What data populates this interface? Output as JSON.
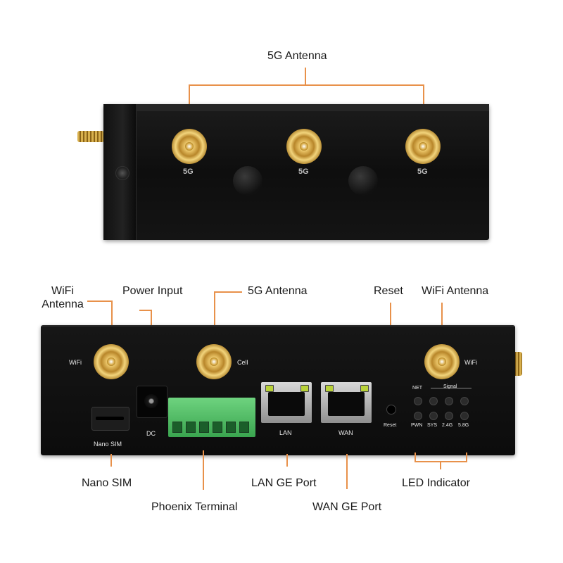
{
  "top_callout": {
    "label": "5G Antenna"
  },
  "top_device": {
    "port_marks": [
      "5G",
      "5G",
      "5G"
    ]
  },
  "callouts": {
    "wifi_antenna_left": "WiFi\nAntenna",
    "power_input": "Power Input",
    "cell_antenna": "5G Antenna",
    "reset": "Reset",
    "wifi_antenna_right": "WiFi Antenna",
    "nano_sim": "Nano SIM",
    "phoenix_terminal": "Phoenix Terminal",
    "lan_port": "LAN GE Port",
    "wan_port": "WAN GE Port",
    "led_indicator": "LED Indicator"
  },
  "panel_silk": {
    "wifi_left": "WiFi",
    "cell": "Cell",
    "wifi_right": "WiFi",
    "dc": "DC",
    "nano_sim": "Nano SIM",
    "lan": "LAN",
    "wan": "WAN",
    "reset": "Reset",
    "net": "NET",
    "signal": "Signal",
    "leds": [
      "PWN",
      "SYS",
      "2.4G",
      "5.8G"
    ]
  },
  "colors": {
    "callout_line": "#e8914a",
    "enclosure": "#111111",
    "terminal": "#4dbb60",
    "connector": "#d4a53c"
  }
}
